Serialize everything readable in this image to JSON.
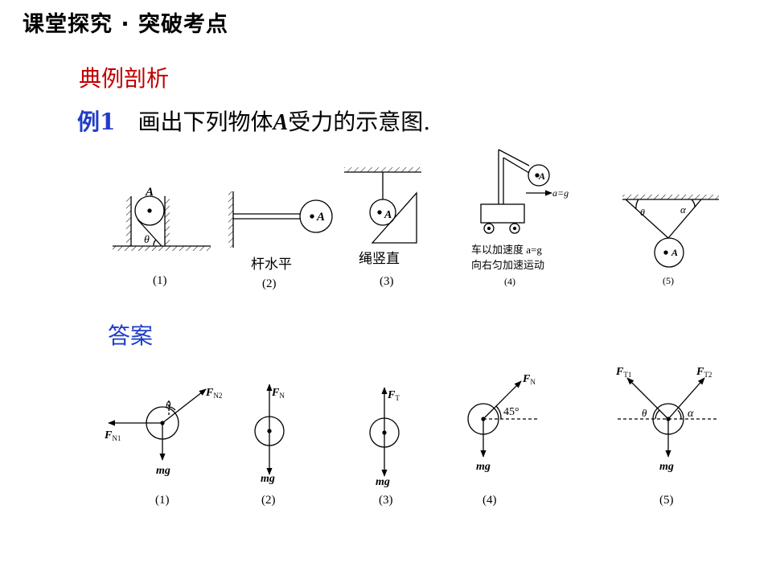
{
  "header": {
    "title": "课堂探究 · 突破考点"
  },
  "section": {
    "subtitle": "典例剖析"
  },
  "example": {
    "label": "例1",
    "text_before": "画出下列物体",
    "var": "A",
    "text_after": "受力的示意图."
  },
  "answer": {
    "label": "答案"
  },
  "problem_figures": [
    {
      "number": "(1)",
      "ball": "A",
      "angle": "θ",
      "caption": ""
    },
    {
      "number": "(2)",
      "ball": "A",
      "caption": "杆水平"
    },
    {
      "number": "(3)",
      "ball": "A",
      "caption": "绳竖直"
    },
    {
      "number": "(4)",
      "ball": "A",
      "accel": "a=g",
      "caption_line1": "车以加速度 a=g",
      "caption_line2": "向右匀加速运动"
    },
    {
      "number": "(5)",
      "ball": "A",
      "angle1": "θ",
      "angle2": "α"
    }
  ],
  "answer_figures": [
    {
      "number": "(1)",
      "forces": [
        "F",
        "N2",
        "F",
        "N1",
        "mg"
      ],
      "angle": "θ"
    },
    {
      "number": "(2)",
      "forces": [
        "F",
        "N",
        "mg"
      ]
    },
    {
      "number": "(3)",
      "forces": [
        "F",
        "T",
        "mg"
      ]
    },
    {
      "number": "(4)",
      "forces": [
        "F",
        "N",
        "mg"
      ],
      "angle": "45°"
    },
    {
      "number": "(5)",
      "forces": [
        "F",
        "T1",
        "F",
        "T2",
        "mg"
      ],
      "angle1": "θ",
      "angle2": "α"
    }
  ]
}
